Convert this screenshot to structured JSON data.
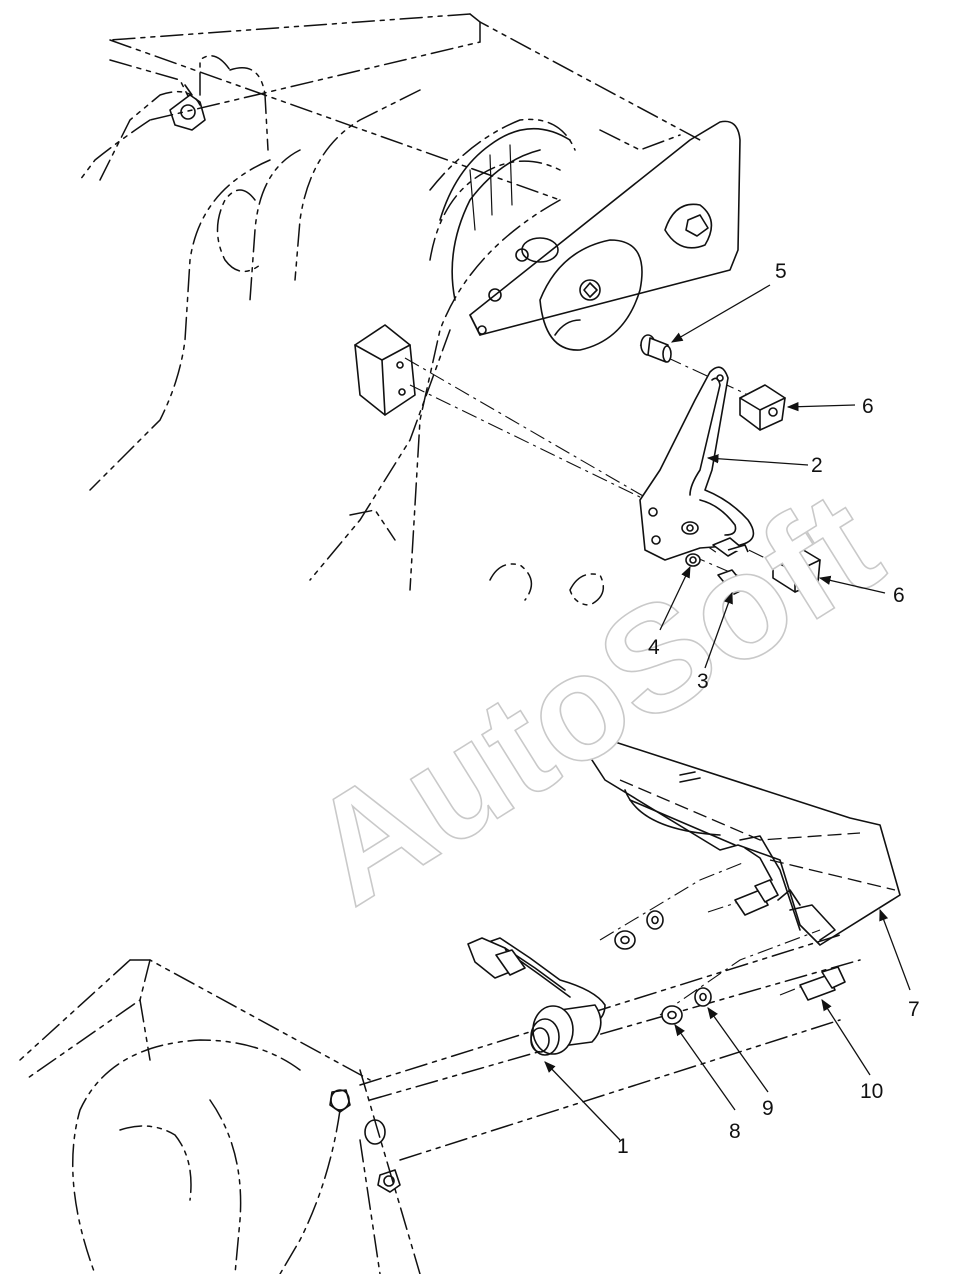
{
  "diagram": {
    "callouts": {
      "c1": "1",
      "c2": "2",
      "c3": "3",
      "c4": "4",
      "c5": "5",
      "c6a": "6",
      "c6b": "6",
      "c7": "7",
      "c8": "8",
      "c9": "9",
      "c10": "10"
    },
    "watermark": "AutoSoft"
  }
}
